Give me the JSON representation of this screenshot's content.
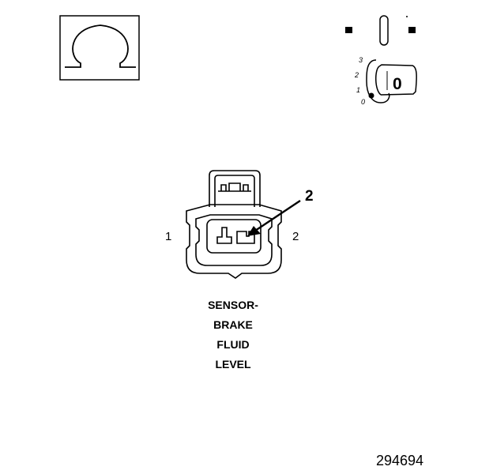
{
  "ohmmeter": {
    "symbol": "Ω",
    "icon": "ohm-symbol-icon"
  },
  "ignition": {
    "key_label": "0",
    "positions": [
      "3",
      "2",
      "1",
      "0"
    ],
    "icon": "ignition-key-icon"
  },
  "connector": {
    "pin_left": "1",
    "pin_right": "2",
    "callout": "2"
  },
  "component_name": [
    "SENSOR-",
    "BRAKE",
    "FLUID",
    "LEVEL"
  ],
  "figure_number": "294694"
}
